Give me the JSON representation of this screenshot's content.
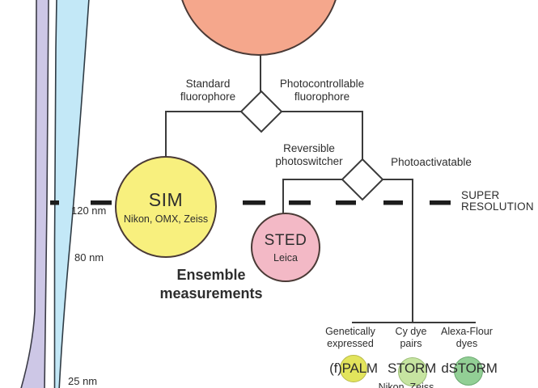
{
  "decision1": {
    "left_label": "Standard\nfluorophore",
    "right_label": "Photocontrollable\nfluorophore"
  },
  "decision2": {
    "left_label": "Reversible\nphotoswitcher",
    "right_label": "Photoactivatable"
  },
  "sim": {
    "name": "SIM",
    "vendors": "Nikon, OMX, Zeiss"
  },
  "sted": {
    "name": "STED",
    "vendor": "Leica"
  },
  "ensemble_label": "Ensemble\nmeasurements",
  "super_resolution_label": "SUPER\nRESOLUTION",
  "groups": [
    {
      "heading": "Genetically\nexpressed",
      "method": "(f)PALM"
    },
    {
      "heading": "Cy dye\npairs",
      "method": "STORM"
    },
    {
      "heading": "Alexa-Flour\ndyes",
      "method": "dSTORM"
    }
  ],
  "groups_vendor": "Nikon, Zeiss",
  "scale_markers": {
    "upper": "120 nm",
    "middle": "80 nm",
    "lower": "25 nm"
  },
  "colors": {
    "root_circle": "#F5A78C",
    "sim_circle": "#F8F07E",
    "sted_circle": "#F3B9C6",
    "palm_circle": "#E2E45C",
    "storm_circle": "#C6E4A1",
    "dstorm_circle": "#92CF95",
    "purple_wedge": "#CDC7E6",
    "blue_wedge": "#C3E8F7",
    "connector_line": "#3B3B3B",
    "dashed_line": "#1D1D1D",
    "text": "#2D2D2D"
  }
}
